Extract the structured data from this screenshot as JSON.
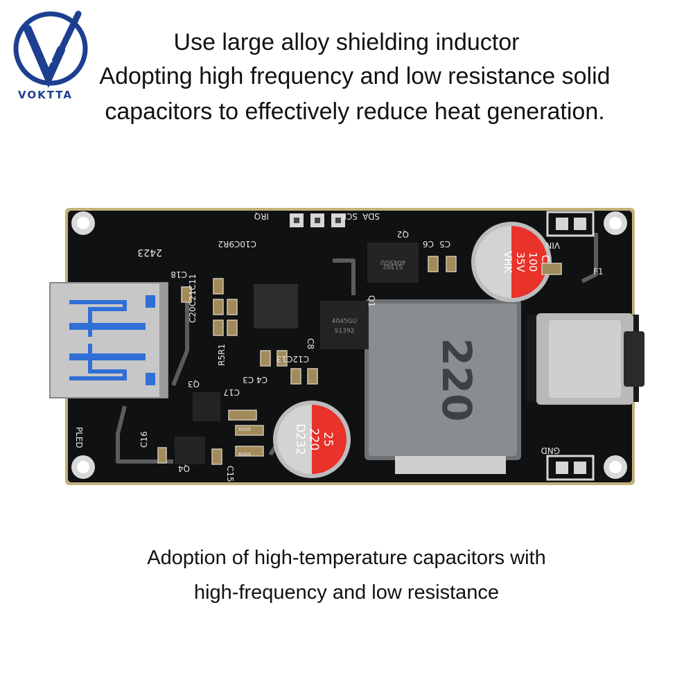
{
  "brand": {
    "name": "VOKTTA",
    "logo_letter": "V"
  },
  "headline": {
    "line1": "Use large alloy shielding inductor",
    "line2": "Adopting high frequency and low resistance solid",
    "line3": "capacitors to effectively reduce heat generation."
  },
  "caption": {
    "line1": "Adoption of high-temperature capacitors with",
    "line2": "high-frequency and low resistance"
  },
  "board": {
    "inductor_mark": "220",
    "cap_small": {
      "line1": "CA",
      "line2": "100",
      "line3": "35V",
      "line4": "VHK"
    },
    "cap_large": {
      "line1": "25",
      "line2": "220",
      "line3": "D232"
    },
    "pin_labels": {
      "sda": "SDA",
      "sck": "SCK",
      "irq": "IRQ",
      "vin": "VIN",
      "gnd": "GND",
      "fuse": "F1"
    },
    "silkscreen": {
      "code": "2423",
      "c18": "C18",
      "c10c9r2": "C10C9R2",
      "q2": "Q2",
      "c6": "C6",
      "c5": "C5",
      "q1": "Q1",
      "c8": "C8",
      "c20c21c11": "C20C21C11",
      "r5r1": "R5R1",
      "c4c3": "C4 C3",
      "c12c13": "C12C13",
      "q3": "Q3",
      "c17": "C17",
      "c16": "C16",
      "q4": "Q4",
      "c15": "C15",
      "pled": "PLED",
      "r005a": "R005",
      "r005b": "R005",
      "chip1": "4045GU",
      "chip1b": "S1392",
      "chip2": "4045GU",
      "chip2b": "S1392"
    }
  },
  "colors": {
    "pcb": "#101112",
    "inductor": "#8a8d8f",
    "cap_label": "#e8322a",
    "usb_blue": "#2f6fd6",
    "logo_blue": "#1d3f8f"
  }
}
